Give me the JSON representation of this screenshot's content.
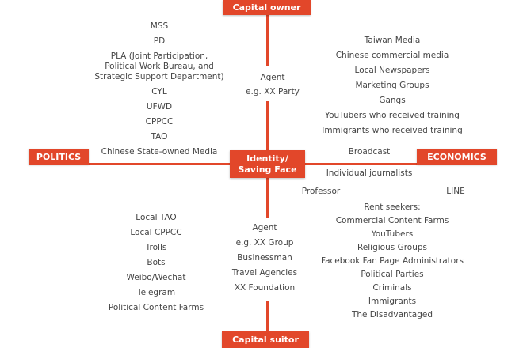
{
  "axes": {
    "top": "Capital owner",
    "bottom": "Capital suitor",
    "left": "POLITICS",
    "right": "ECONOMICS",
    "center": [
      "Identity/",
      "Saving Face"
    ]
  },
  "colors": {
    "accent": "#e2472a",
    "text": "#444444"
  },
  "top_agent": [
    "Agent",
    "e.g. XX Party"
  ],
  "bottom_agent": [
    "Agent",
    "e.g. XX Group",
    "Businessman",
    "Travel Agencies",
    "XX Foundation"
  ],
  "quadrant_top_left": [
    "MSS",
    "PD",
    "PLA (Joint Participation,\nPolitical Work Bureau, and\nStrategic Support Department)",
    "CYL",
    "UFWD",
    "CPPCC",
    "TAO",
    "Chinese State-owned Media"
  ],
  "quadrant_top_right": [
    "Taiwan Media",
    "Chinese commercial media",
    "Local Newspapers",
    "Marketing Groups",
    "Gangs",
    "YouTubers who received training",
    "Immigrants who received training"
  ],
  "right_axis_items": {
    "broadcast": "Broadcast",
    "journalists": "Individual journalists",
    "professor": "Professor",
    "line": "LINE"
  },
  "quadrant_bottom_left": [
    "Local TAO",
    "Local CPPCC",
    "Trolls",
    "Bots",
    "Weibo/Wechat",
    "Telegram",
    "Political Content Farms"
  ],
  "quadrant_bottom_right": [
    "Rent seekers:",
    "Commercial Content Farms",
    "YouTubers",
    "Religious Groups",
    "Facebook Fan Page Administrators",
    "Political Parties",
    "Criminals",
    "Immigrants",
    "The Disadvantaged"
  ]
}
